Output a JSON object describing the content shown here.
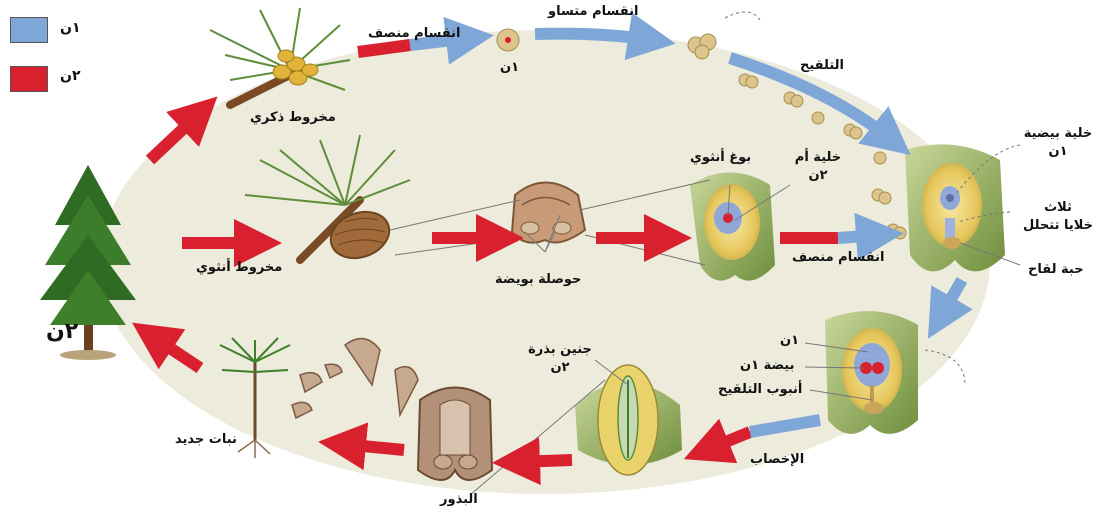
{
  "legend": [
    {
      "label": "١ن",
      "color": "#7ea7d8"
    },
    {
      "label": "٢ن",
      "color": "#d9202e"
    }
  ],
  "colors": {
    "haploid": "#7ea7d8",
    "diploid": "#d9202e",
    "background_oval": "#ecebdc"
  },
  "labels": {
    "male_cone": "مخروط ذكري",
    "female_cone": "مخروط أنثوي",
    "meiosis_top": "انقسام منصف",
    "mitosis": "انقسام متساو",
    "haploid_top": "١ن",
    "pollination": "التلقيح",
    "egg_cell": "خلية بيضية",
    "egg_cell_ploidy": "١ن",
    "three_cells": "ثلاث",
    "three_cells_2": "خلايا تتحلل",
    "pollen_grain": "حبة لقاح",
    "megaspore": "بوغ أنثوي",
    "mother_cell": "خلية أم",
    "mother_cell_ploidy": "٢ن",
    "ovule_sac": "حوصلة بويضة",
    "meiosis_right": "انقسام منصف",
    "haploid_right": "١ن",
    "egg": "بيضة ١ن",
    "pollen_tube": "أنبوب التلقيح",
    "fertilization": "الإخصاب",
    "seed_embryo": "جنين بذرة",
    "seed_embryo_ploidy": "٢ن",
    "seeds": "البذور",
    "new_plant": "نبات جديد",
    "tree_ploidy": "٢ن"
  }
}
